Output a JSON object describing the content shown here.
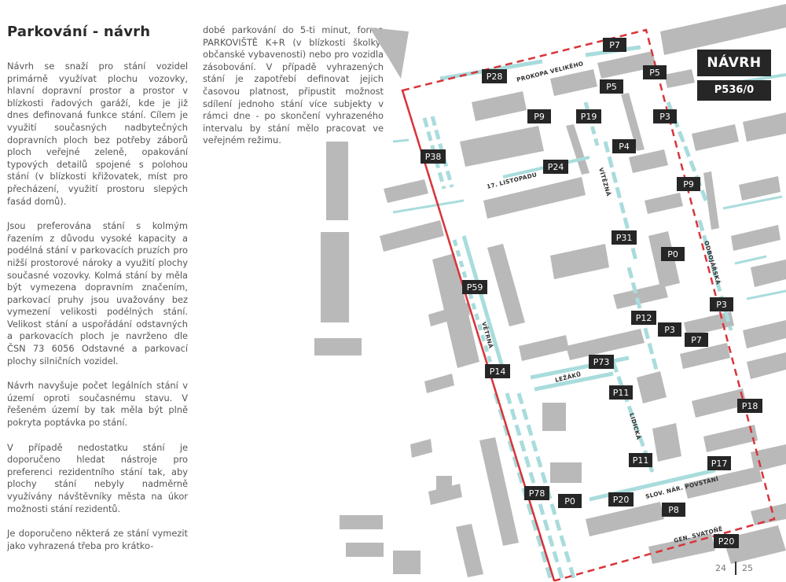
{
  "heading": "Parkování - návrh",
  "column1": [
    "Návrh se snaží pro stání vozidel primárně využívat plochu vozovky, hlavní dopravní prostor a prostor v blízkosti řadových garáží, kde je již dnes definovaná funkce stání. Cílem je využití současných nadbytečných dopravních ploch bez potřeby záborů ploch veřejné zeleně, opakování typových detailů spojené s polohou stání (v blízkosti křižovatek, míst pro přecházení, využití prostoru slepých fasád domů).",
    "Jsou preferována stání s kolmým řazením z důvodu vysoké kapacity a podélná stání v parkovacích pruzích pro nižší prostorové nároky a využití plochy současné vozovky. Kolmá stání by měla být vymezena dopravním značením, parkovací pruhy jsou uvažovány bez vymezení velikosti podélných stání. Velikost stání a uspořádání odstavných a parkovacích ploch je navrženo dle ČSN 73 6056 Odstavné a parkovací plochy silničních vozidel.",
    "Návrh navyšuje počet legálních stání v území oproti současnému stavu. V řešeném území by tak měla být plně pokryta poptávka po stání.",
    "V případě nedostatku stání je doporučeno hledat nástroje pro preferenci rezidentního stání tak, aby plochy stání nebyly nadměrně využívány návštěvníky města na úkor možnosti stání rezidentů.",
    "Je doporučeno některá ze stání vymezit jako vyhrazená třeba pro krátko-"
  ],
  "column2": [
    "dobé parkování do 5-ti minut, forma PARKOVIŠTĚ K+R (v blízkosti školky, občanské vybavenosti) nebo pro vozidla zásobování. V případě vyhrazených stání je zapotřebí definovat jejich časovou platnost, připustit možnost sdílení jednoho stání více subjekty v rámci dne - po skončení vyhrazeného intervalu by stání mělo pracovat ve veřejném režimu."
  ],
  "badge": {
    "title": "NÁVRH",
    "code": "P536/0"
  },
  "page_numbers": {
    "left": "24",
    "right": "25"
  },
  "colors": {
    "building": "#b9b9b9",
    "parking": "#a9dcdc",
    "boundary": "#d9343a",
    "label_bg": "#262626"
  },
  "streets": [
    {
      "name": "PROKOPA VELIKÉHO"
    },
    {
      "name": "17. LISTOPADU"
    },
    {
      "name": "VÍTĚZNÁ"
    },
    {
      "name": "ODBOJÁŘSKÁ"
    },
    {
      "name": "VĚTRNÁ"
    },
    {
      "name": "LEŽÁKŮ"
    },
    {
      "name": "LIDICKÁ"
    },
    {
      "name": "SLOV. NÁR. POVSTÁNÍ"
    },
    {
      "name": "GEN. SVATOŇĚ"
    }
  ],
  "parking_labels": [
    "P7",
    "P5",
    "P28",
    "P5",
    "P9",
    "P19",
    "P3",
    "P38",
    "P4",
    "P24",
    "P9",
    "P31",
    "P0",
    "P59",
    "P3",
    "P12",
    "P3",
    "P7",
    "P14",
    "P73",
    "P11",
    "P18",
    "P11",
    "P17",
    "P78",
    "P0",
    "P20",
    "P8",
    "P20"
  ]
}
